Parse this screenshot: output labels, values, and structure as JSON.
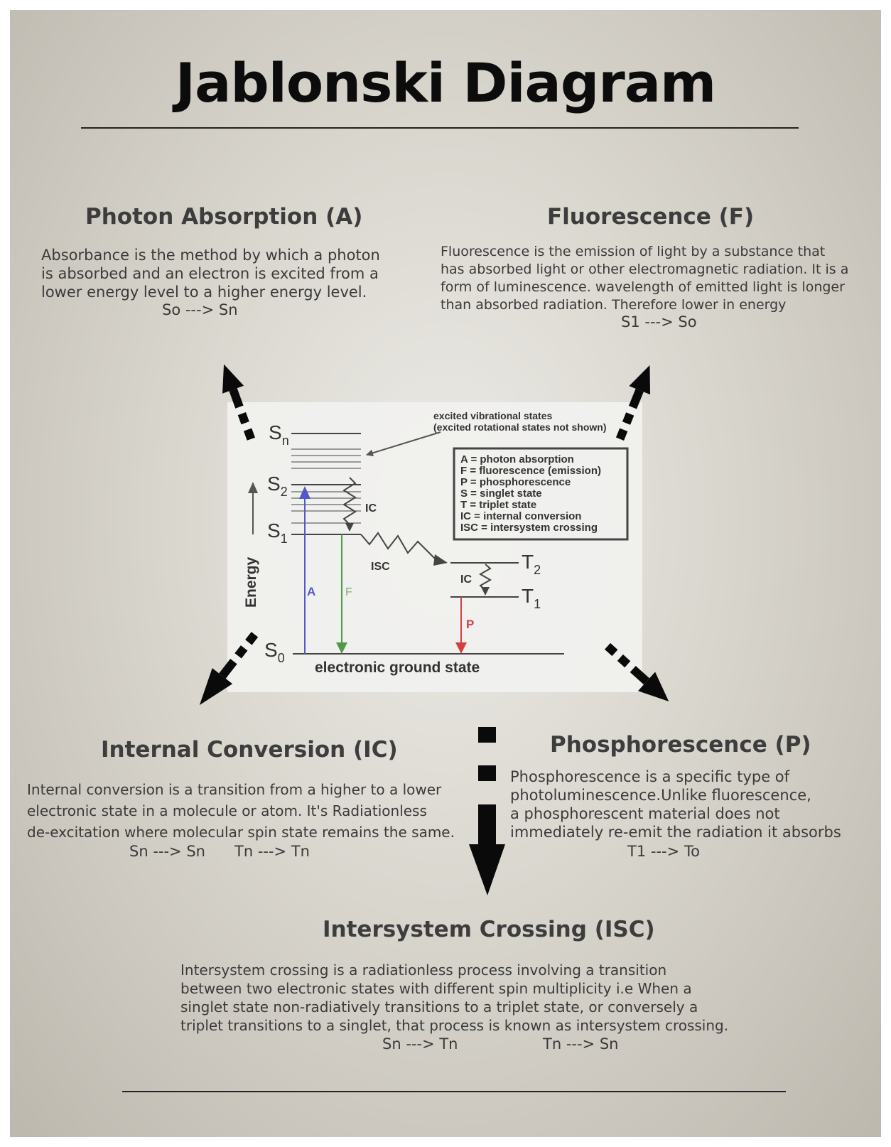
{
  "title": "Jablonski Diagram",
  "sections": {
    "absorption": {
      "heading": "Photon Absorption (A)",
      "lines": [
        "Absorbance is the method by which a photon",
        "is absorbed and an electron is excited from a",
        "lower energy level to a higher energy level."
      ],
      "transition": "So ---> Sn"
    },
    "fluorescence": {
      "heading": "Fluorescence (F)",
      "lines": [
        "Fluorescence is the emission of light by a substance that",
        "has absorbed light or other electromagnetic radiation. It is a",
        "form of luminescence. wavelength of emitted light is longer",
        "than absorbed radiation. Therefore lower in energy"
      ],
      "transition": "S1 ---> So"
    },
    "internal_conversion": {
      "heading": "Internal Conversion (IC)",
      "lines": [
        "Internal conversion is a transition from a higher to a lower",
        "electronic state in a molecule or atom. It's Radiationless",
        "de-excitation where molecular spin state remains the same."
      ],
      "transition_1": "Sn ---> Sn",
      "transition_2": "Tn ---> Tn"
    },
    "phosphorescence": {
      "heading": "Phosphorescence (P)",
      "lines": [
        "Phosphorescence is a specific type of",
        "photoluminescence.Unlike fluorescence,",
        "a phosphorescent material does not",
        "immediately re-emit the radiation it absorbs"
      ],
      "transition": "T1 ---> To"
    },
    "isc": {
      "heading": "Intersystem Crossing (ISC)",
      "lines": [
        "Intersystem crossing is a radiationless process involving a  transition",
        "between two electronic states with different spin multiplicity i.e When a",
        "singlet state non-radiatively transitions to a triplet state, or conversely a",
        "triplet transitions to a singlet, that process is known as intersystem crossing."
      ],
      "transition_1": "Sn ---> Tn",
      "transition_2": "Tn ---> Sn"
    }
  },
  "diagram": {
    "annotation_line1": "excited vibrational states",
    "annotation_line2": "(excited rotational states not shown)",
    "legend": [
      "A = photon absorption",
      "F = fluorescence (emission)",
      "P = phosphorescence",
      "S = singlet state",
      "T = triplet state",
      "IC = internal conversion",
      "ISC = intersystem crossing"
    ],
    "energy_label": "Energy",
    "ground_label": "electronic ground state",
    "levels": {
      "sn": "S",
      "sn_sub": "n",
      "s2": "S",
      "s2_sub": "2",
      "s1": "S",
      "s1_sub": "1",
      "s0": "S",
      "s0_sub": "0",
      "t2": "T",
      "t2_sub": "2",
      "t1": "T",
      "t1_sub": "1"
    },
    "labels": {
      "ic_upper": "IC",
      "isc": "ISC",
      "ic_lower": "IC",
      "a": "A",
      "f": "F",
      "p": "P"
    },
    "colors": {
      "absorption": "#5557c8",
      "fluorescence": "#4e9a47",
      "phosphorescence": "#d44040"
    }
  }
}
